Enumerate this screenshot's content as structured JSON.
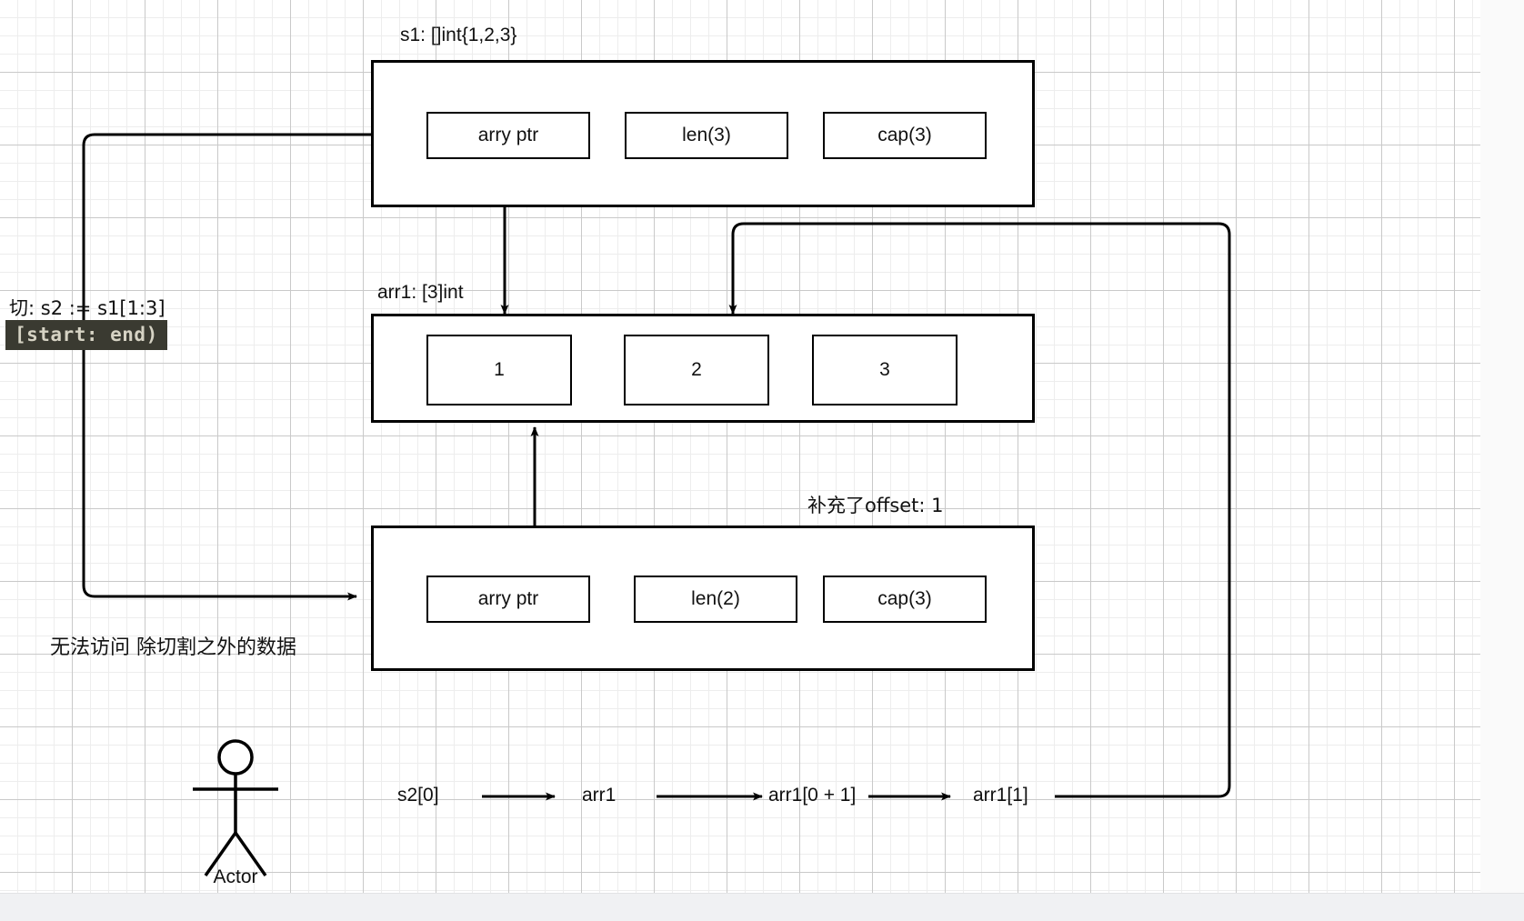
{
  "diagram": {
    "title_note_s1": "s1: []int{1,2,3}",
    "title_note_arr1": "arr1: [3]int",
    "title_note_offset": "补充了offset: 1",
    "slice_note_label": "切:  s2 := s1[1:3]",
    "slice_note_code": "[start: end)",
    "no_access_note": "无法访问 除切割之外的数据"
  },
  "s1_struct": {
    "fields": [
      {
        "label": "arry ptr"
      },
      {
        "label": "len(3)"
      },
      {
        "label": "cap(3)"
      }
    ]
  },
  "arr1_struct": {
    "cells": [
      {
        "label": "1"
      },
      {
        "label": "2"
      },
      {
        "label": "3"
      }
    ]
  },
  "s2_struct": {
    "fields": [
      {
        "label": "arry ptr"
      },
      {
        "label": "len(2)"
      },
      {
        "label": "cap(3)"
      }
    ]
  },
  "chain": {
    "steps": [
      {
        "label": "s2[0]"
      },
      {
        "label": "arr1"
      },
      {
        "label": "arr1[0 + 1]"
      },
      {
        "label": "arr1[1]"
      }
    ]
  },
  "actor": {
    "label": "Actor"
  },
  "colors": {
    "stroke": "#000000",
    "canvas": "#ffffff",
    "grid_minor": "#ededed",
    "grid_major": "#c9c9c9",
    "code_bg": "#3a3a31",
    "code_fg": "#d6d3c4"
  }
}
